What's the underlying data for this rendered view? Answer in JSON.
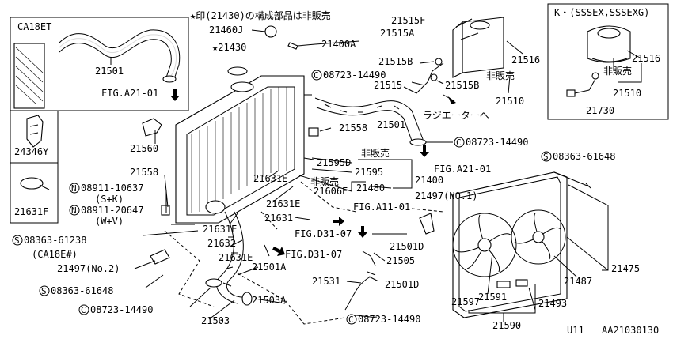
{
  "note": "★印(21430)の構成部品は非販売",
  "insets": {
    "ca18et": {
      "title": "CA18ET",
      "hose_label": "21501",
      "fig_label": "FIG.A21-01"
    },
    "bracket": {
      "label": "24346Y"
    },
    "clip": {
      "label": "21631F"
    },
    "sssex": {
      "title": "K・(SSSEX,SSSEXG)",
      "labels": [
        "21516",
        "非販売",
        "21510",
        "21730"
      ]
    }
  },
  "callouts": {
    "c21460j": "21460J",
    "c21430": "21430",
    "c21400a": "21400A",
    "c21515f": "21515F",
    "c21515a": "21515A",
    "c21516": "21516",
    "c21515b_top": "21515B",
    "c21515b_right": "21515B",
    "c21515": "21515",
    "c_hisanbai_res": "非販売",
    "c21510": "21510",
    "c_radiator_dir": "ラジエーターへ",
    "c08723_top": "08723-14490",
    "c21501_main": "21501",
    "c21558_right": "21558",
    "c08723_right": "08723-14490",
    "c21560": "21560",
    "c21595d": "21595D",
    "c_hisanbai_a": "非販売",
    "c21595": "21595",
    "c_hisanbai_b": "非販売",
    "c21606e": "21606E",
    "c21480": "21480",
    "c21400": "21400",
    "c_fig_a21_01": "FIG.A21-01",
    "c08363_right": "08363-61648",
    "c21558_left": "21558",
    "c08911_10637": "08911-10637",
    "c_sk": "(S+K)",
    "c08911_20647": "08911-20647",
    "c_wv": "(W+V)",
    "c21631e_a": "21631E",
    "c21631e_b": "21631E",
    "c21631": "21631",
    "c21497_no1": "21497(NO.1)",
    "c_fig_a11_01": "FIG.A11-01",
    "c21631e_c": "21631E",
    "c21632": "21632",
    "c21631e_d": "21631E",
    "c_fig_d31_07_a": "FIG.D31-07",
    "c_fig_d31_07_b": "FIG.D31-07",
    "c21501d_a": "21501D",
    "c21505": "21505",
    "c21501d_b": "21501D",
    "c08363_61238": "08363-61238",
    "c_ca18e": "(CA18E#)",
    "c21497_no2": "21497(No.2)",
    "c08363_left": "08363-61648",
    "c21501a": "21501A",
    "c21531": "21531",
    "c08723_left": "08723-14490",
    "c21503a": "21503A",
    "c21503": "21503",
    "c08723_bottom": "08723-14490",
    "c21597": "21597",
    "c21591": "21591",
    "c21493": "21493",
    "c21590": "21590",
    "c21487": "21487",
    "c21475": "21475"
  },
  "symbols": {
    "s": "S",
    "n": "N",
    "c": "C",
    "star": "★"
  },
  "footer": {
    "code_left": "U11",
    "code_right": "AA21030130"
  }
}
